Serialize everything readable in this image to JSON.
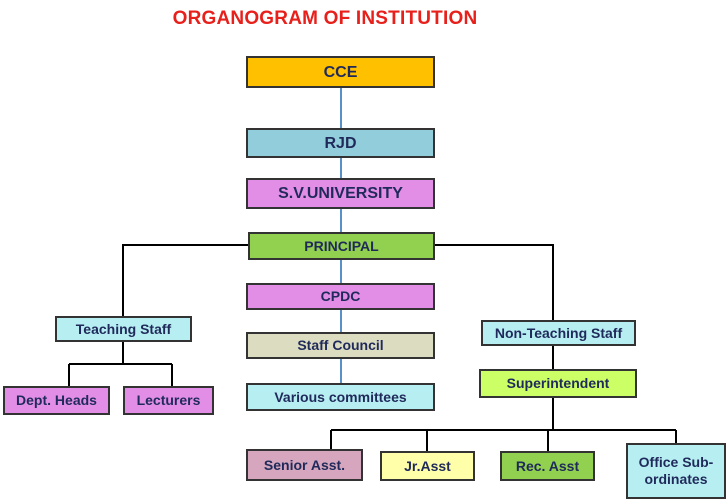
{
  "title": "ORGANOGRAM OF INSTITUTION",
  "nodes": {
    "cce": {
      "label": "CCE",
      "color": "#ffc000"
    },
    "rjd": {
      "label": "RJD",
      "color": "#92cddc"
    },
    "sv_university": {
      "label": "S.V.UNIVERSITY",
      "color": "#e28ee6"
    },
    "principal": {
      "label": "PRINCIPAL",
      "color": "#92d050"
    },
    "cpdc": {
      "label": "CPDC",
      "color": "#e28ee6"
    },
    "staff_council": {
      "label": "Staff Council",
      "color": "#dcdcc0"
    },
    "various_committees": {
      "label": "Various committees",
      "color": "#b7eef2"
    },
    "teaching_staff": {
      "label": "Teaching Staff",
      "color": "#b7eef2"
    },
    "dept_heads": {
      "label": "Dept. Heads",
      "color": "#e28ee6"
    },
    "lecturers": {
      "label": "Lecturers",
      "color": "#e28ee6"
    },
    "non_teaching_staff": {
      "label": "Non-Teaching Staff",
      "color": "#b7eef2"
    },
    "superintendent": {
      "label": "Superintendent",
      "color": "#ccff66"
    },
    "senior_asst": {
      "label": "Senior Asst.",
      "color": "#d5a6bd"
    },
    "jr_asst": {
      "label": "Jr.Asst",
      "color": "#ffffaa"
    },
    "rec_asst": {
      "label": "Rec. Asst",
      "color": "#92d050"
    },
    "office_subordinates": {
      "label": "Office Sub-ordinates",
      "color": "#b7eef2"
    }
  },
  "connector_colors": {
    "vertical_chain": "#5b8fc7",
    "tree": "#000000"
  }
}
